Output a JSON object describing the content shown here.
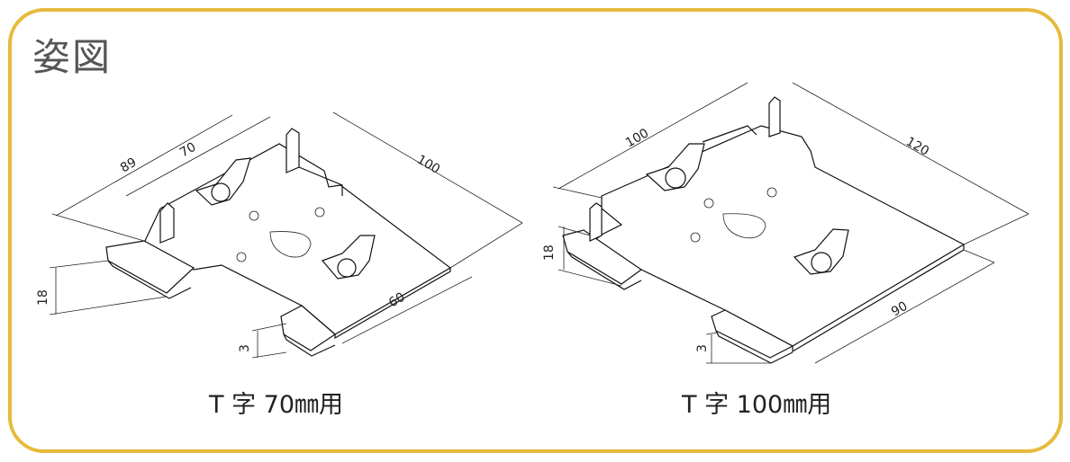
{
  "title": "姿図",
  "colors": {
    "frame": "#e6bb3d",
    "title": "#555555",
    "line": "#111111"
  },
  "left": {
    "caption": "T 字 70㎜用",
    "dims": {
      "d89": "89",
      "d70": "70",
      "d100": "100",
      "d18": "18",
      "d60": "60",
      "d3": "3"
    }
  },
  "right": {
    "caption": "T 字 100㎜用",
    "dims": {
      "d100": "100",
      "d120": "120",
      "d18": "18",
      "d90": "90",
      "d3": "3"
    }
  }
}
